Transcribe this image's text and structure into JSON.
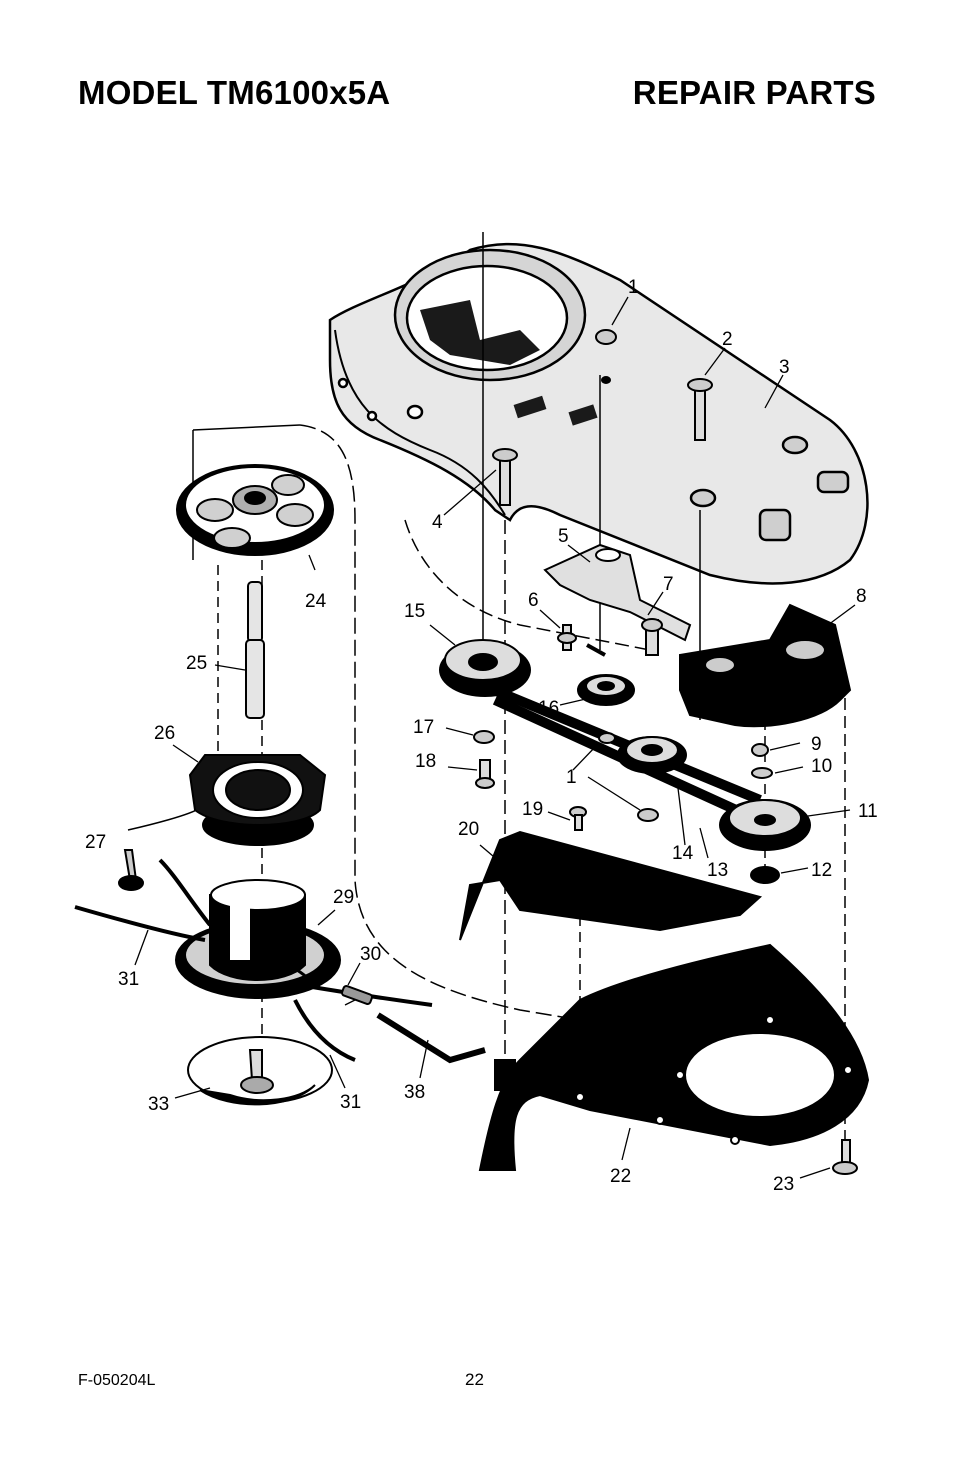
{
  "header": {
    "model": "MODEL TM6100x5A",
    "section": "REPAIR PARTS"
  },
  "callouts": [
    "1",
    "2",
    "3",
    "4",
    "5",
    "6",
    "7",
    "8",
    "9",
    "10",
    "11",
    "12",
    "13",
    "14",
    "15",
    "16",
    "17",
    "18",
    "19",
    "20",
    "22",
    "23",
    "24",
    "25",
    "26",
    "27",
    "29",
    "30",
    "31",
    "33",
    "38",
    "1",
    "31"
  ],
  "footer": {
    "form_code": "F-050204L",
    "page_number": "22"
  }
}
